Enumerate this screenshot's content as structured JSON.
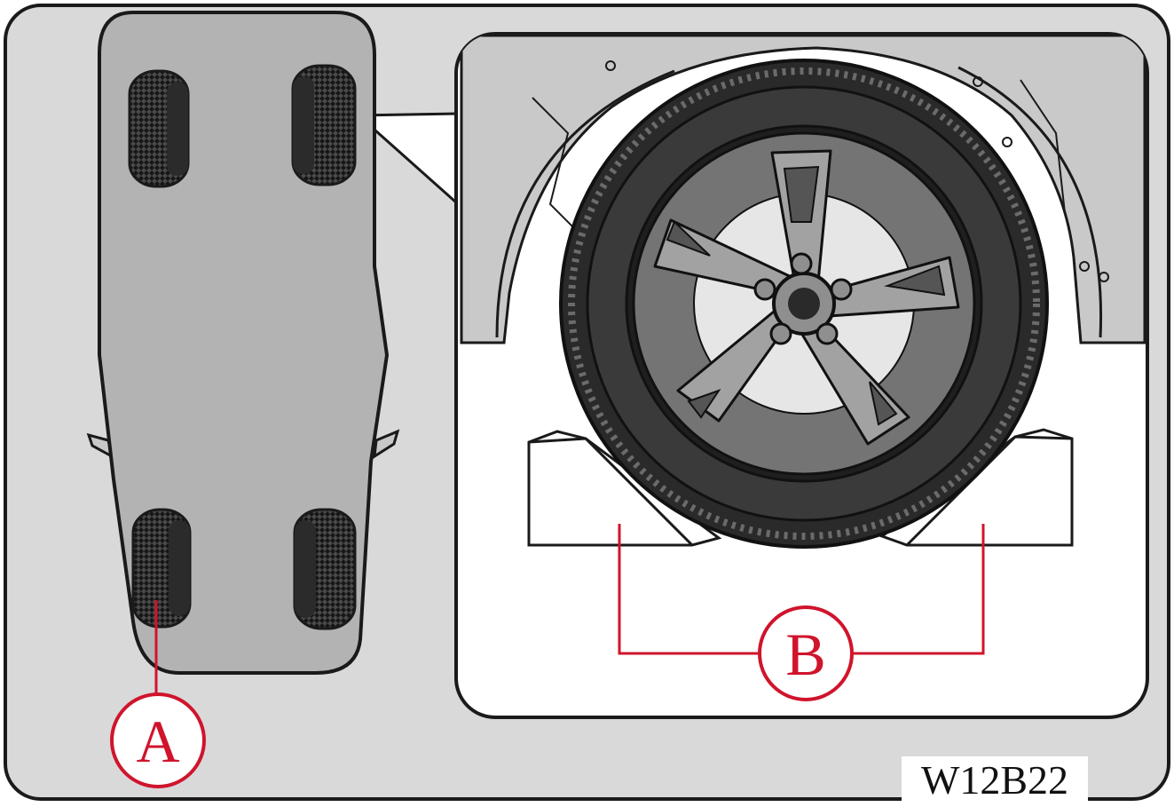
{
  "callouts": {
    "a": "A",
    "b": "B"
  },
  "figure_code": "W12B22",
  "colors": {
    "panel": "#d9d9d9",
    "car_body": "#b3b3b3",
    "outline": "#1a1a1a",
    "callout_red": "#d0142c",
    "tire": "#2a2a2a",
    "rim": "#8f8f8f",
    "brake_disc": "#e6e6e6"
  }
}
